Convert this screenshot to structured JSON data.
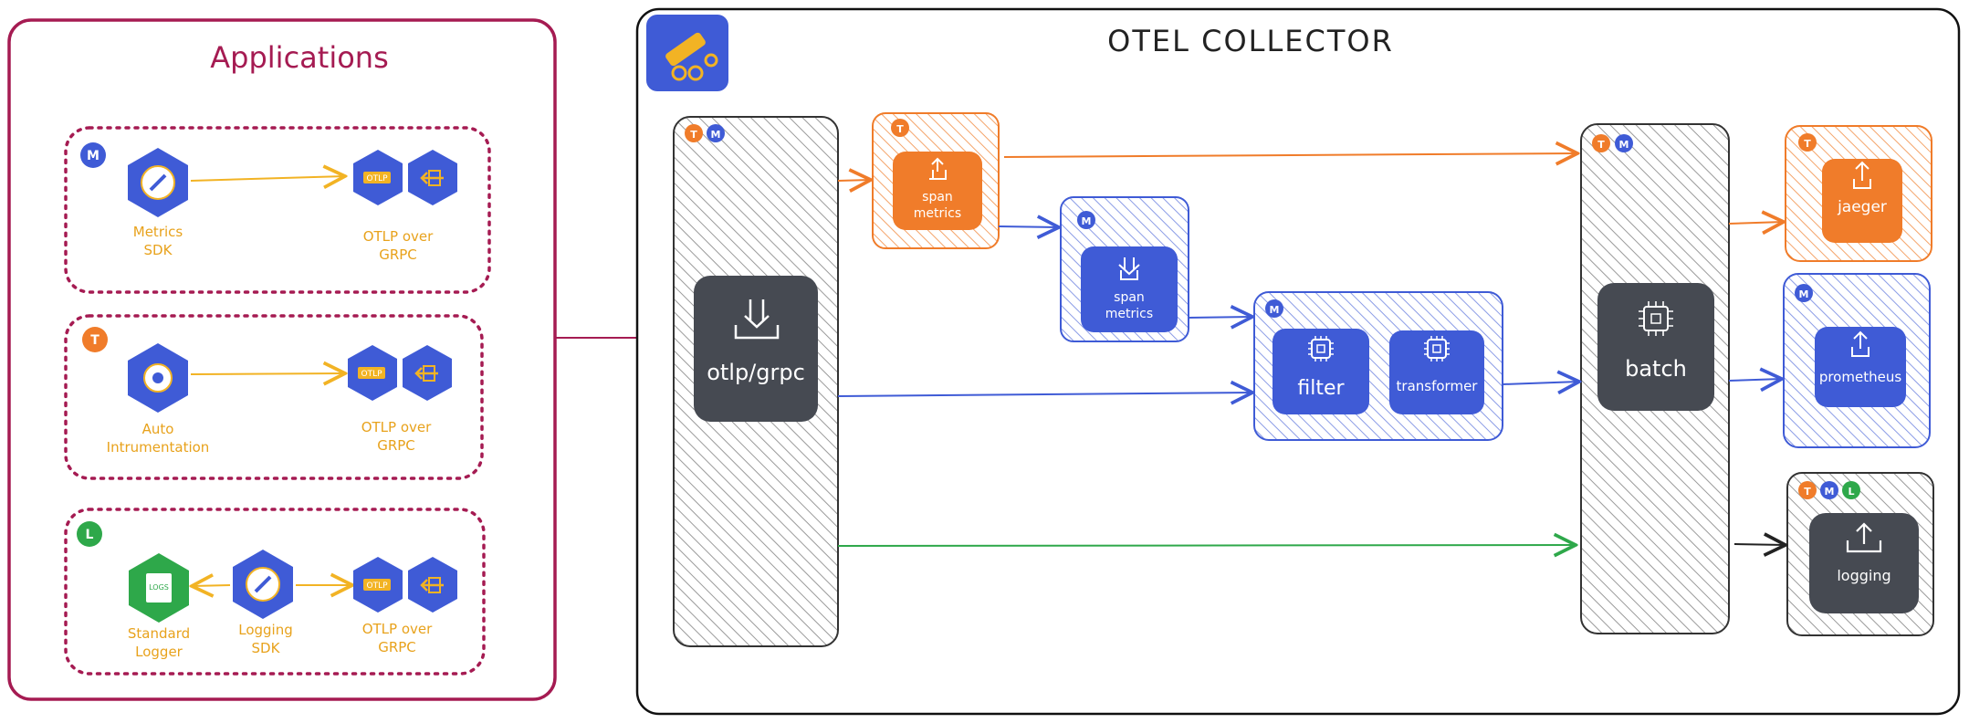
{
  "applications": {
    "title": "Applications",
    "groups": [
      {
        "badge": "M",
        "source_label_1": "Metrics",
        "source_label_2": "SDK",
        "export_label_1": "OTLP over",
        "export_label_2": "GRPC",
        "otlp_icon_text": "OTLP"
      },
      {
        "badge": "T",
        "source_label_1": "Auto",
        "source_label_2": "Intrumentation",
        "export_label_1": "OTLP over",
        "export_label_2": "GRPC",
        "otlp_icon_text": "OTLP"
      },
      {
        "badge": "L",
        "logger_label_1": "Standard",
        "logger_label_2": "Logger",
        "logs_icon_text": "LOGS",
        "source_label_1": "Logging",
        "source_label_2": "SDK",
        "export_label_1": "OTLP over",
        "export_label_2": "GRPC",
        "otlp_icon_text": "OTLP"
      }
    ]
  },
  "collector": {
    "title": "OTEL COLLECTOR",
    "receiver": {
      "label": "otlp/grpc",
      "badges": [
        "T",
        "M"
      ]
    },
    "span_metrics_1": {
      "label_1": "span",
      "label_2": "metrics",
      "badges": [
        "T"
      ]
    },
    "span_metrics_2": {
      "label_1": "span",
      "label_2": "metrics",
      "badges": [
        "M"
      ]
    },
    "processors": {
      "badges": [
        "M"
      ],
      "filter": "filter",
      "transformer": "transformer"
    },
    "batch": {
      "label": "batch",
      "badges": [
        "T",
        "M"
      ]
    },
    "exporters": {
      "jaeger": {
        "label": "jaeger",
        "badges": [
          "T"
        ]
      },
      "prometheus": {
        "label": "prometheus",
        "badges": [
          "M"
        ]
      },
      "logging": {
        "label": "logging",
        "badges": [
          "T",
          "M",
          "L"
        ]
      }
    }
  },
  "colors": {
    "traces": "#f07c2a",
    "metrics": "#3f5bd6",
    "logs": "#2ea84a",
    "apps_border": "#a51b52",
    "dark_box": "#464a52",
    "yellow_arrow": "#f2b324"
  }
}
